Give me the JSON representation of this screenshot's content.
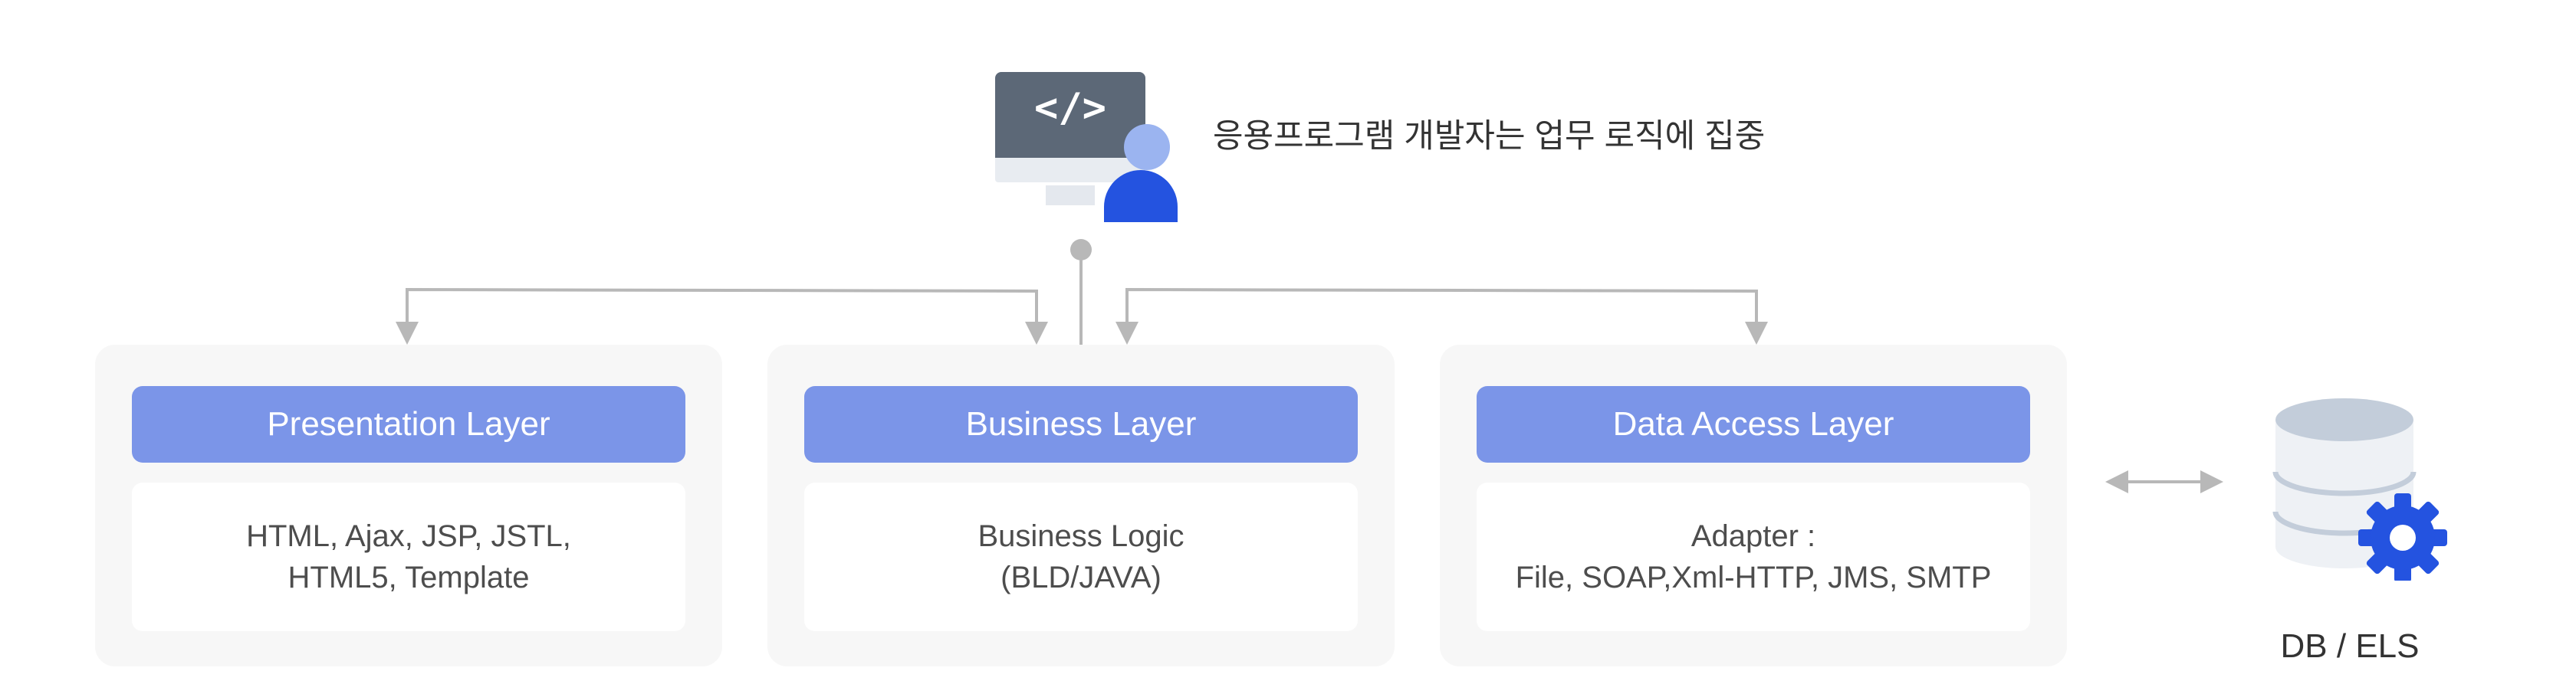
{
  "developer": {
    "headline": "응용프로그램 개발자는 업무 로직에 집중",
    "icon": "developer-computer-icon"
  },
  "layers": [
    {
      "title": "Presentation Layer",
      "lines": [
        "HTML, Ajax, JSP, JSTL,",
        "HTML5, Template"
      ]
    },
    {
      "title": "Business Layer",
      "lines": [
        "Business Logic",
        "(BLD/JAVA)"
      ]
    },
    {
      "title": "Data Access Layer",
      "lines": [
        "Adapter :",
        "File, SOAP,Xml-HTTP, JMS, SMTP"
      ]
    }
  ],
  "database": {
    "label": "DB / ELS",
    "icon": "database-gear-icon"
  },
  "colors": {
    "layer_header": "#7b95e8",
    "panel_bg": "#f7f7f7",
    "connector": "#b3b3b3",
    "accent_blue": "#2453e0",
    "accent_light_blue": "#9bb4f0",
    "monitor_dark": "#5c6877"
  }
}
